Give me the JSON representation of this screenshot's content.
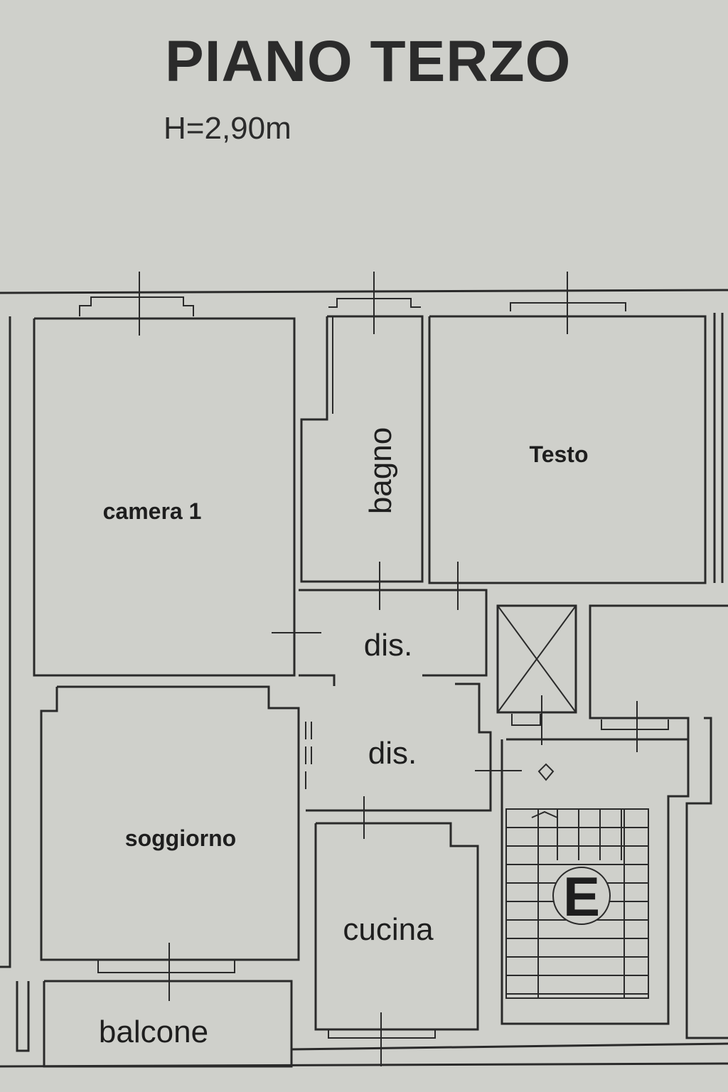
{
  "header": {
    "title": "PIANO TERZO",
    "height": "H=2,90m"
  },
  "rooms": {
    "camera1": "camera 1",
    "bagno": "bagno",
    "testo": "Testo",
    "dis_upper": "dis.",
    "dis_lower": "dis.",
    "soggiorno": "soggiorno",
    "cucina": "cucina",
    "balcone": "balcone"
  },
  "stair": {
    "marker": "E"
  }
}
